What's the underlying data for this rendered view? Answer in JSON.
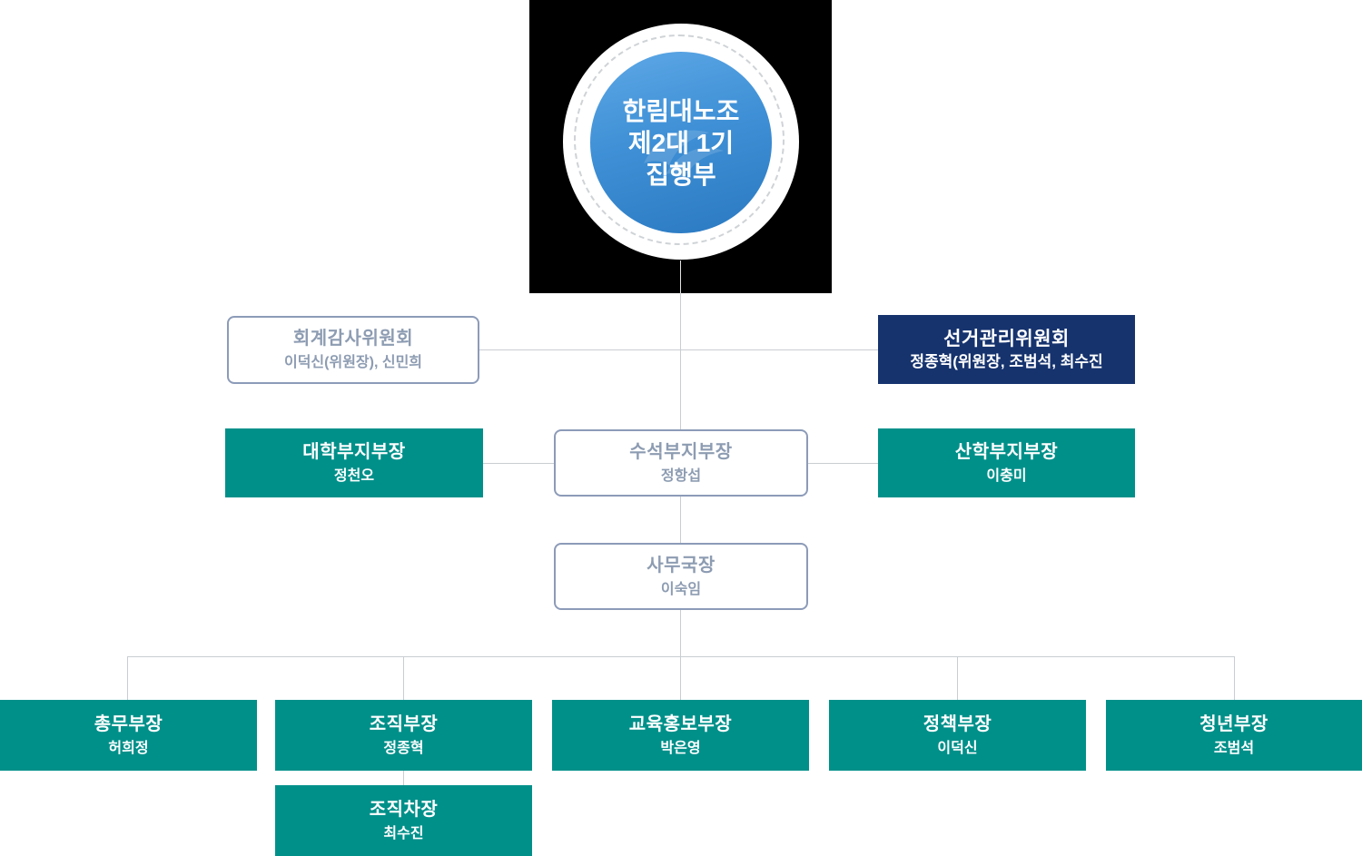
{
  "hero": {
    "lines": [
      "한림대노조",
      "제2대 1기",
      "집행부"
    ]
  },
  "committees": {
    "audit": {
      "title": "회계감사위원회",
      "members": "이덕신(위원장), 신민희"
    },
    "election": {
      "title": "선거관리위원회",
      "members": "정종혁(위원장, 조범석, 최수진"
    }
  },
  "vice": {
    "university": {
      "title": "대학부지부장",
      "name": "정천오"
    },
    "chief": {
      "title": "수석부지부장",
      "name": "정항섭"
    },
    "industry": {
      "title": "산학부지부장",
      "name": "이충미"
    }
  },
  "secretary": {
    "title": "사무국장",
    "name": "이숙임"
  },
  "departments": [
    {
      "title": "총무부장",
      "name": "허희정"
    },
    {
      "title": "조직부장",
      "name": "정종혁"
    },
    {
      "title": "교육홍보부장",
      "name": "박은영"
    },
    {
      "title": "정책부장",
      "name": "이덕신"
    },
    {
      "title": "청년부장",
      "name": "조범석"
    }
  ],
  "sub_department": {
    "title": "조직차장",
    "name": "최수진"
  },
  "colors": {
    "teal": "#00908a",
    "navy": "#16336e",
    "hero_background": "#000000",
    "circle_blue_top": "#5ea8e6",
    "circle_blue_bottom": "#2a79c1",
    "outline_border": "#8c9bb8",
    "outline_text": "#8d9cb2",
    "connector": "#c9cdd1"
  }
}
